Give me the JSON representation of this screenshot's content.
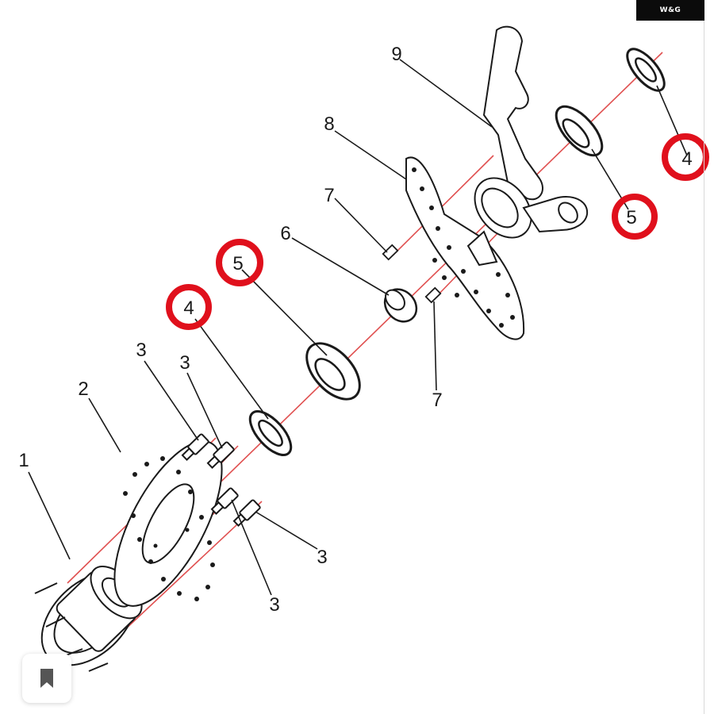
{
  "brand": {
    "label": "W&G"
  },
  "callouts": [
    {
      "id": "c1",
      "label": "1",
      "highlighted": false
    },
    {
      "id": "c2",
      "label": "2",
      "highlighted": false
    },
    {
      "id": "c3a",
      "label": "3",
      "highlighted": false
    },
    {
      "id": "c3b",
      "label": "3",
      "highlighted": false
    },
    {
      "id": "c3c",
      "label": "3",
      "highlighted": false
    },
    {
      "id": "c3d",
      "label": "3",
      "highlighted": false
    },
    {
      "id": "c4a",
      "label": "4",
      "highlighted": true
    },
    {
      "id": "c4b",
      "label": "4",
      "highlighted": true
    },
    {
      "id": "c5a",
      "label": "5",
      "highlighted": true
    },
    {
      "id": "c5b",
      "label": "5",
      "highlighted": true
    },
    {
      "id": "c6",
      "label": "6",
      "highlighted": false
    },
    {
      "id": "c7a",
      "label": "7",
      "highlighted": false
    },
    {
      "id": "c7b",
      "label": "7",
      "highlighted": false
    },
    {
      "id": "c8",
      "label": "8",
      "highlighted": false
    },
    {
      "id": "c9",
      "label": "9",
      "highlighted": false
    }
  ],
  "colors": {
    "axis": "#e05050",
    "highlight": "#e0101c",
    "line": "#1a1a1a",
    "background": "#ffffff"
  },
  "icons": {
    "bookmark": "bookmark-icon"
  }
}
